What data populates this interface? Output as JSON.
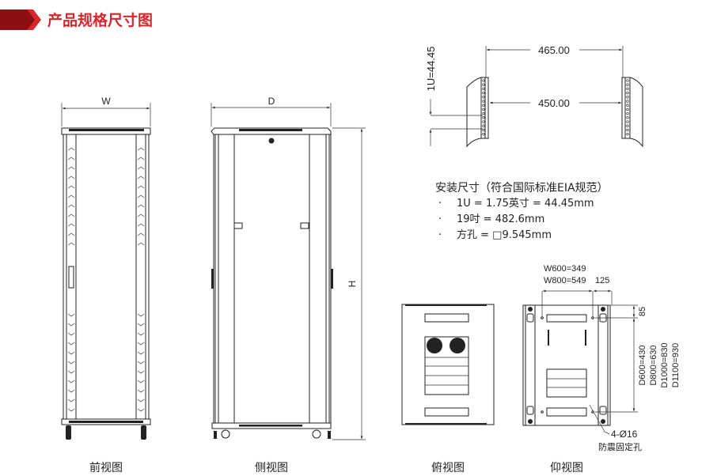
{
  "header": {
    "title": "产品规格尺寸图",
    "accent_color": "#d7262c",
    "arrow_color": "#8b1014"
  },
  "front_view": {
    "dim_label": "W",
    "caption": "前视图"
  },
  "side_view": {
    "depth_label": "D",
    "height_label": "H",
    "caption": "侧视图"
  },
  "top_view": {
    "caption": "俯视图"
  },
  "bottom_view": {
    "caption": "仰视图",
    "w600": "W600=349",
    "w800": "W800=549",
    "offset": "125",
    "edge": "85",
    "depths": [
      "D600=430",
      "D800=630",
      "D1000=830",
      "D1100=930"
    ],
    "hole_label": "4-Ø16",
    "hole_desc": "防震固定孔"
  },
  "rail_diagram": {
    "outer_width": "465.00",
    "inner_width": "450.00",
    "unit_height": "1U=44.45"
  },
  "install_spec": {
    "heading": "安装尺寸（符合国际标准EIA规范）",
    "bullet": "·",
    "items": [
      "1U = 1.75英寸 = 44.45mm",
      "19吋 = 482.6mm",
      "方孔 = □9.545mm"
    ]
  }
}
